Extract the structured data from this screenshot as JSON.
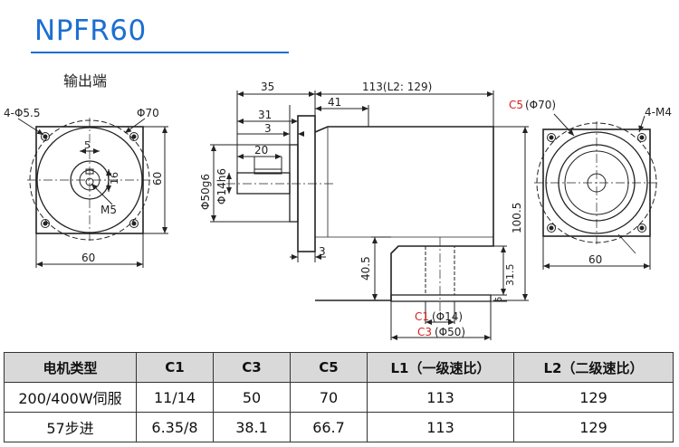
{
  "title": "NPFR60",
  "subtitle": "输出端",
  "dims": {
    "hole_spec_left": "4-Φ5.5",
    "phi70": "Φ70",
    "five": "5",
    "sixteen": "16",
    "m5": "M5",
    "sixty_v": "60",
    "sixty_h": "60",
    "d35": "35",
    "d113": "113(L2: 129)",
    "d41": "41",
    "d31": "31",
    "d3a": "3",
    "d20": "20",
    "phi50": "Φ50g6",
    "phi14": "Φ14h6",
    "d3b": "3",
    "d40_5": "40.5",
    "d100_5": "100.5",
    "d31_5": "31.5",
    "d5": "5",
    "c1_tag": "C1",
    "c1_val": "(Φ14)",
    "c3_tag": "C3",
    "c3_val": "(Φ50)",
    "c5_tag": "C5",
    "c5_val": "(Φ70)",
    "m4": "4-M4",
    "sixty_right": "60"
  },
  "table": {
    "headers": [
      "电机类型",
      "C1",
      "C3",
      "C5",
      "L1（一级速比）",
      "L2（二级速比）"
    ],
    "rows": [
      [
        "200/400W伺服",
        "11/14",
        "50",
        "70",
        "113",
        "129"
      ],
      [
        "57步进",
        "6.35/8",
        "38.1",
        "66.7",
        "113",
        "129"
      ]
    ]
  }
}
